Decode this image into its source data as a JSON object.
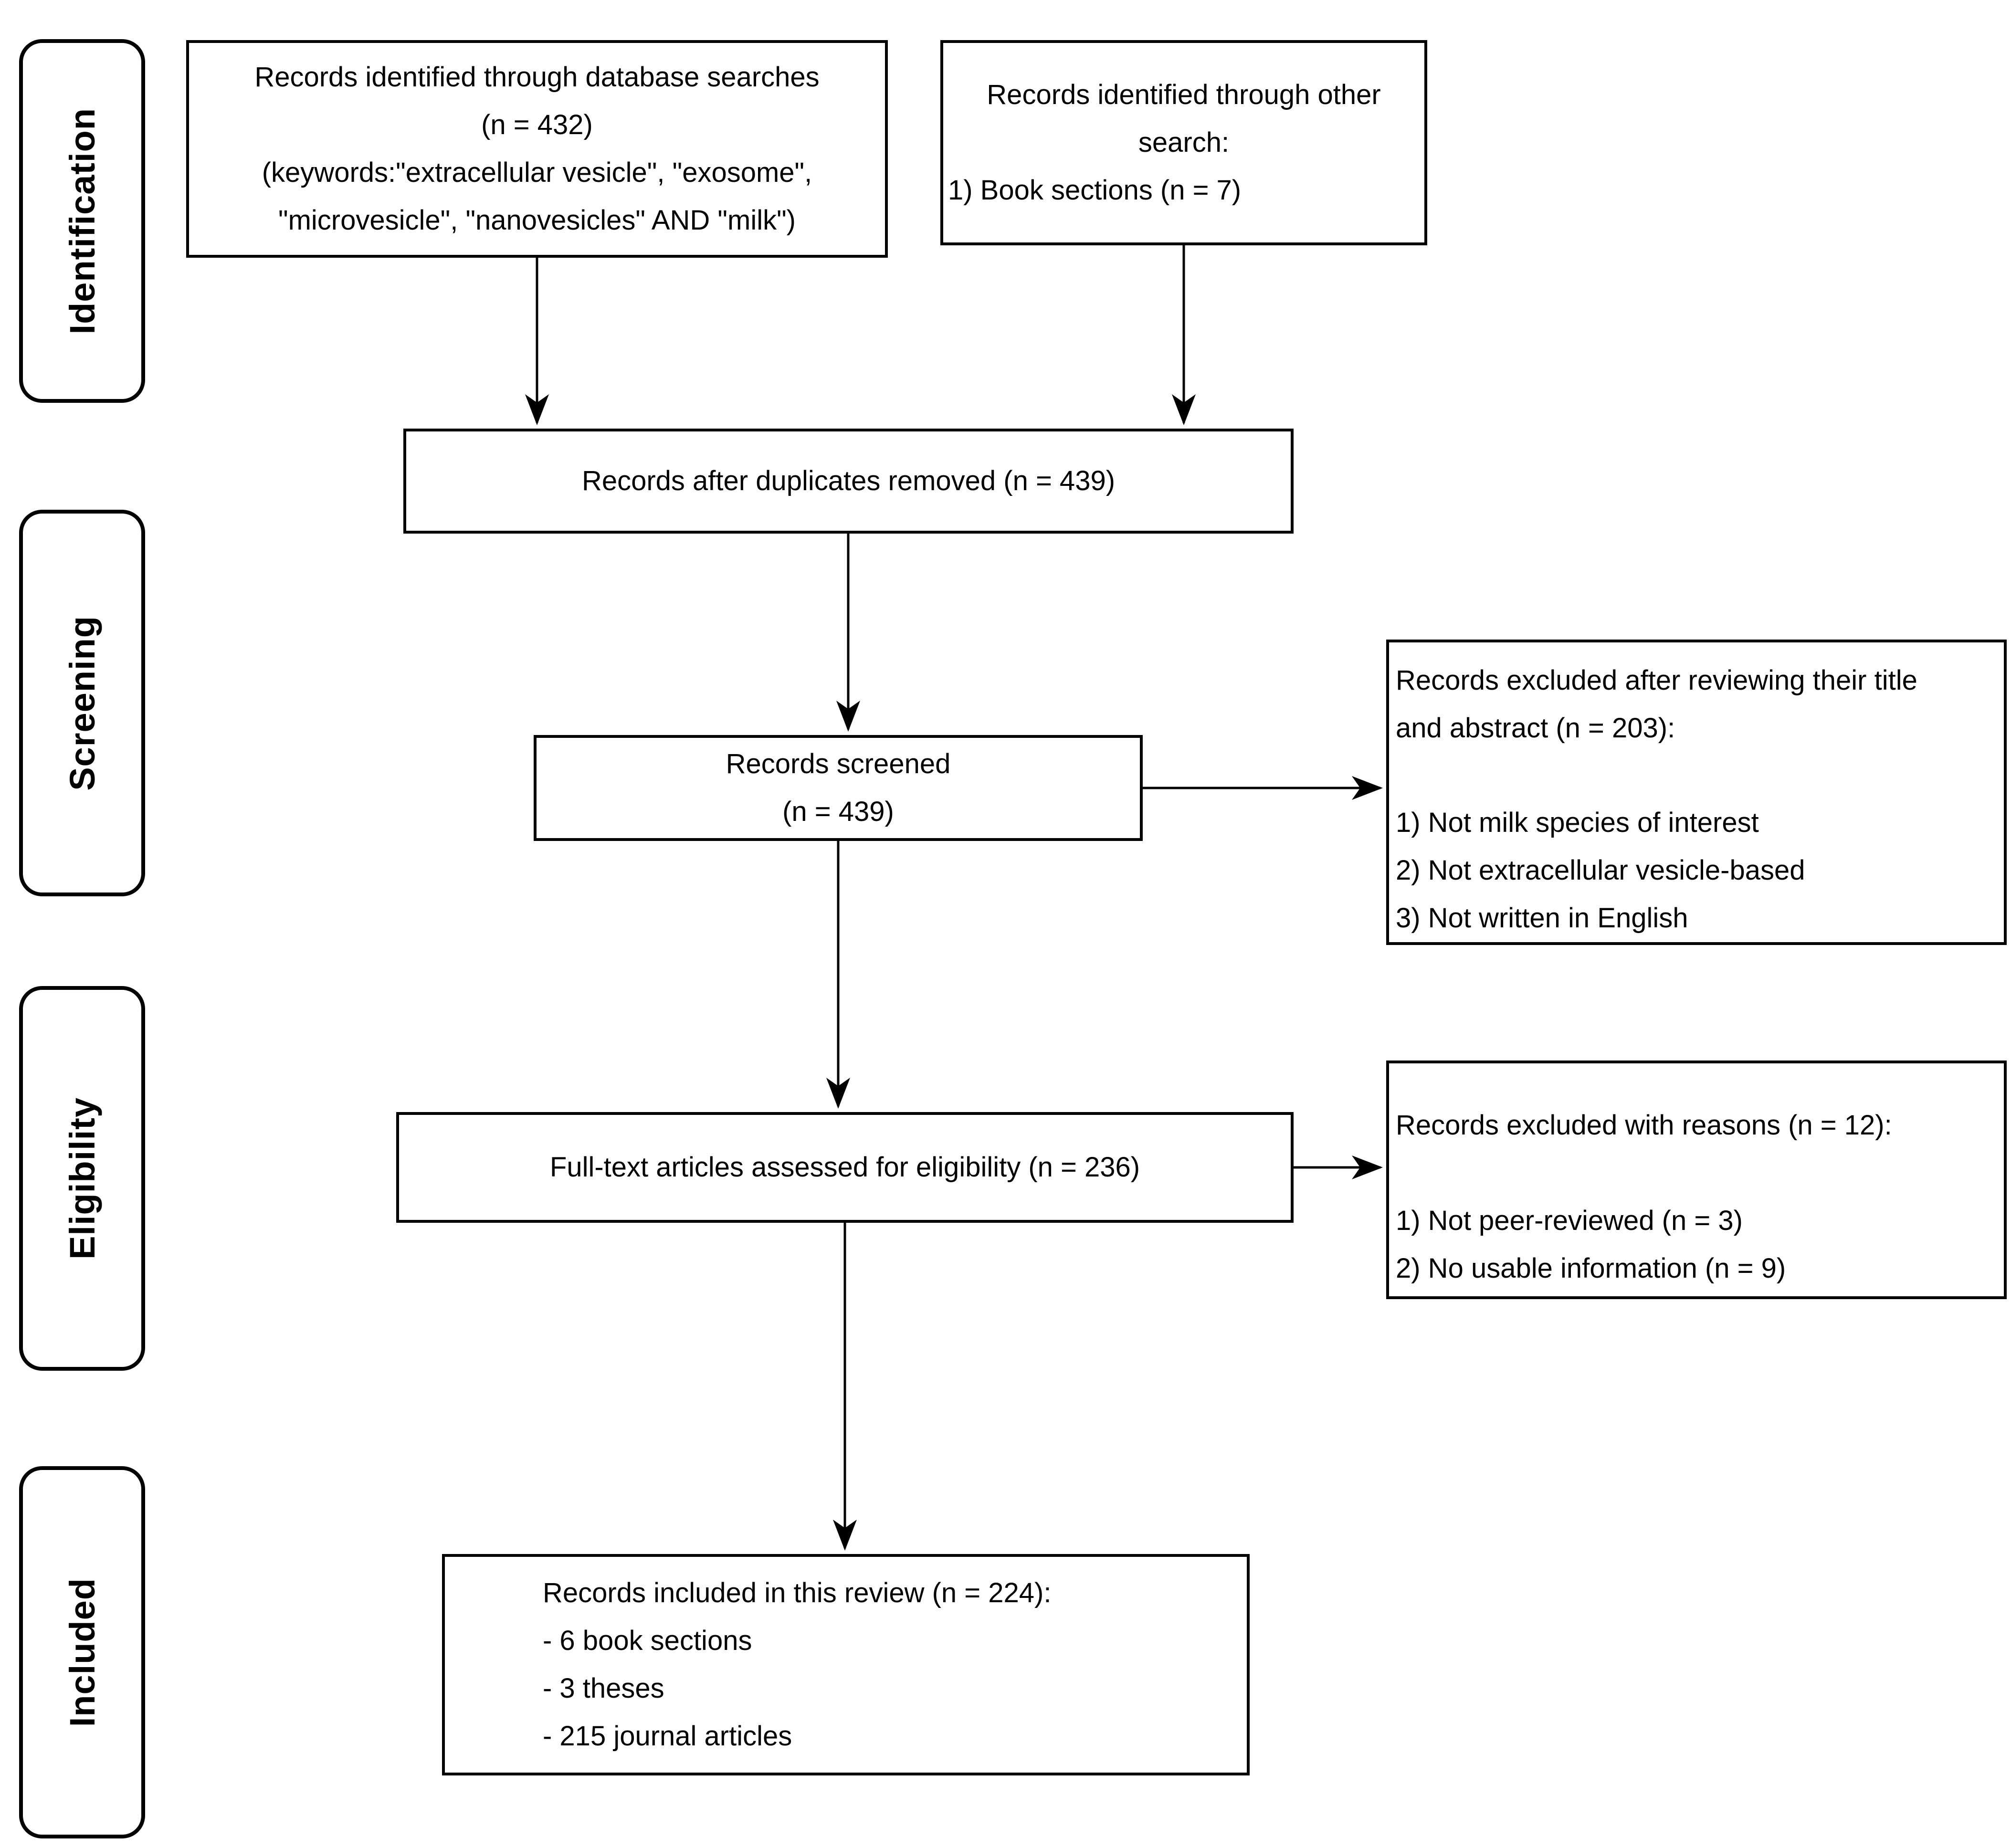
{
  "stages": [
    {
      "label": "Identification"
    },
    {
      "label": "Screening"
    },
    {
      "label": "Eligibility"
    },
    {
      "label": "Included"
    }
  ],
  "boxes": {
    "database_search": {
      "lines": [
        "Records identified through database searches",
        "(n = 432)",
        "(keywords:\"extracellular vesicle\", \"exosome\",",
        "\"microvesicle\", \"nanovesicles\" AND \"milk\")"
      ]
    },
    "other_search": {
      "title_lines": [
        "Records identified through other",
        "search:"
      ],
      "items": [
        "1) Book sections (n = 7)"
      ]
    },
    "duplicates_removed": {
      "lines": [
        "Records after duplicates removed (n = 439)"
      ]
    },
    "records_screened": {
      "lines": [
        "Records screened",
        "(n = 439)"
      ]
    },
    "excluded_title_abstract": {
      "title_lines": [
        "Records excluded after reviewing their title",
        "and abstract (n = 203):"
      ],
      "items": [
        "1) Not milk species of interest",
        "2) Not extracellular vesicle-based",
        "3) Not written in English"
      ]
    },
    "fulltext_assessed": {
      "lines": [
        "Full-text articles assessed for eligibility (n = 236)"
      ]
    },
    "excluded_with_reasons": {
      "title_lines": [
        "Records excluded with reasons (n = 12):"
      ],
      "items": [
        "1) Not peer-reviewed (n = 3)",
        "2) No usable information (n = 9)"
      ]
    },
    "included_records": {
      "lines": [
        "Records included in this review (n = 224):",
        "- 6 book sections",
        "- 3 theses",
        "- 215 journal articles"
      ]
    }
  },
  "colors": {
    "background": "#ffffff",
    "border": "#000000",
    "text": "#000000",
    "arrow": "#000000"
  }
}
